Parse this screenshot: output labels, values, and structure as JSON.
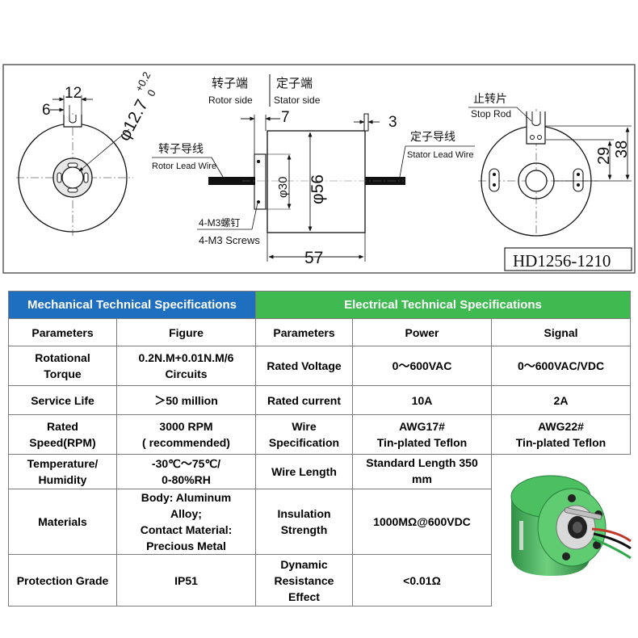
{
  "drawing": {
    "model_code": "HD1256-1210",
    "left_view": {
      "dim_slot_width": "12",
      "dim_slot_offset": "6",
      "dim_bore": "φ12.7",
      "tol_upper": "+0.2",
      "tol_lower": "0"
    },
    "side_view": {
      "rotor_side_cn": "转子端",
      "rotor_side_en": "Rotor side",
      "stator_side_cn": "定子端",
      "stator_side_en": "Stator side",
      "rotor_wire_cn": "转子导线",
      "rotor_wire_en": "Rotor Lead Wire",
      "stator_wire_cn": "定子导线",
      "stator_wire_en": "Stator Lead Wire",
      "screws_cn": "4-M3螺钉",
      "screws_en": "4-M3 Screws",
      "dim_flange_thickness": "7",
      "dim_stop_thickness": "3",
      "dim_flange_diameter": "φ30",
      "dim_body_diameter": "φ56",
      "dim_length": "57"
    },
    "right_view": {
      "stop_rod_cn": "止转片",
      "stop_rod_en": "Stop Rod",
      "dim_29": "29",
      "dim_38": "38"
    }
  },
  "tables": {
    "mechanical_title": "Mechanical Technical Specifications",
    "electrical_title": "Electrical Technical Specifications",
    "headers": {
      "param": "Parameters",
      "figure": "Figure",
      "param2": "Parameters",
      "power": "Power",
      "signal": "Signal"
    },
    "mechanical": [
      {
        "param": "Rotational\nTorque",
        "figure": "0.2N.M+0.01N.M/6\nCircuits"
      },
      {
        "param": "Service Life",
        "figure": "＞50 million"
      },
      {
        "param": "Rated\nSpeed(RPM)",
        "figure": "3000 RPM\n( recommended)"
      },
      {
        "param": "Temperature/\nHumidity",
        "figure": "-30℃～75℃/\n0-80%RH"
      },
      {
        "param": "Materials",
        "figure": "Body: Aluminum\nAlloy;\nContact Material:\nPrecious Metal"
      },
      {
        "param": "Protection Grade",
        "figure": "IP51"
      }
    ],
    "electrical": [
      {
        "param": "Rated Voltage",
        "power": "0～600VAC",
        "signal": "0～600VAC/VDC"
      },
      {
        "param": "Rated current",
        "power": "10A",
        "signal": "2A"
      },
      {
        "param": "Wire\nSpecification",
        "power": "AWG17#\nTin-plated Teflon",
        "signal": "AWG22#\nTin-plated Teflon"
      },
      {
        "param": "Wire Length",
        "value": "Standard Length 350\nmm"
      },
      {
        "param": "Insulation\nStrength",
        "value": "1000MΩ@600VDC"
      },
      {
        "param": "Dynamic\nResistance\nEffect",
        "value": "<0.01Ω"
      }
    ]
  },
  "colors": {
    "mechanical_header": "#1e6fbf",
    "electrical_header": "#3fba50",
    "body_green": "#3fae5a"
  },
  "icons": {
    "photo": "slip-ring-product-photo"
  }
}
